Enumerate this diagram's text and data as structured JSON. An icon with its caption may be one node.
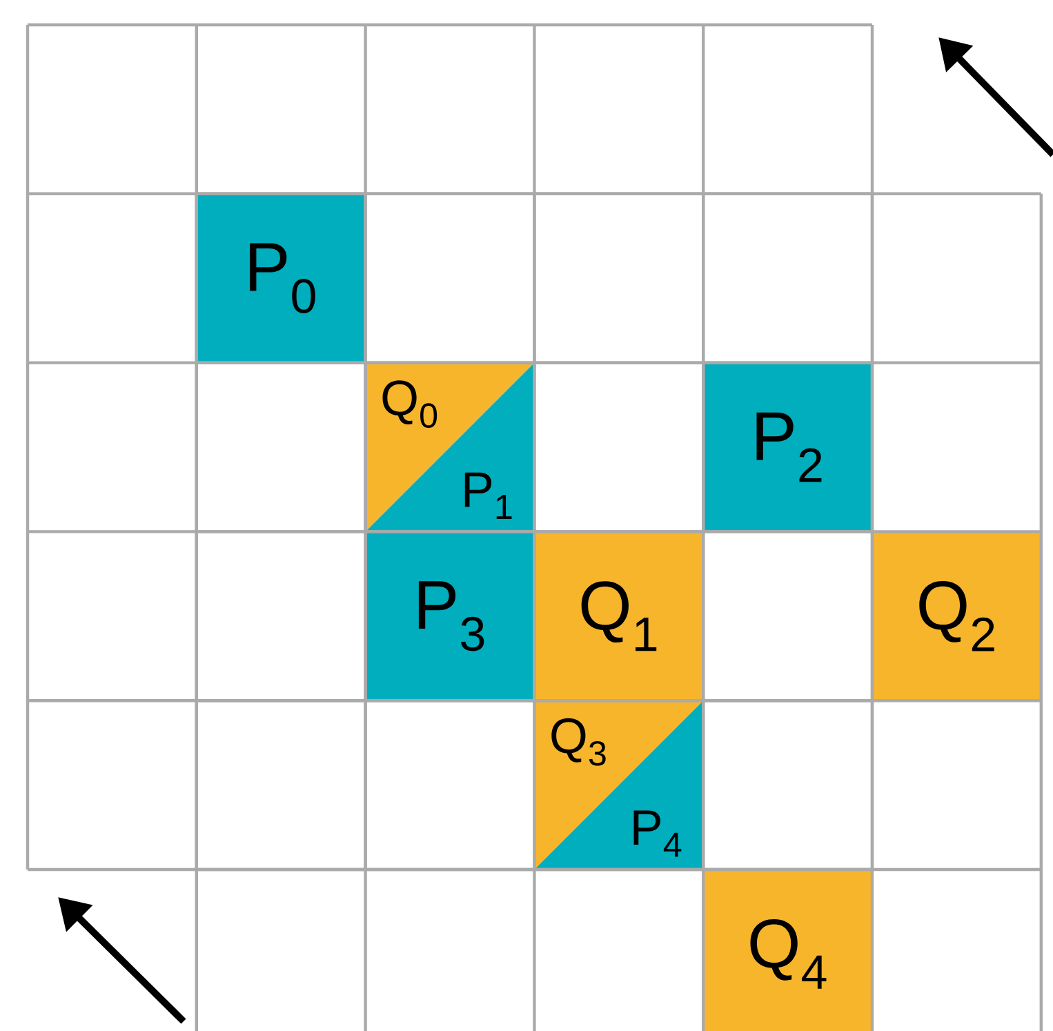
{
  "diagram": {
    "nodes": [
      {
        "text": [
          "P$_{0}$"
        ]
      },
      {
        "text": [
          "Q$_{0}$"
        ]
      },
      {
        "text": [
          "P$_{1}$"
        ]
      },
      {
        "text": [
          "P$_{2}$"
        ]
      },
      {
        "text": [
          "P$_{3}$"
        ]
      },
      {
        "text": [
          "Q$_{1}$"
        ]
      },
      {
        "text": [
          "Q$_{2}$"
        ]
      },
      {
        "text": [
          "Q$_{3}$"
        ]
      },
      {
        "text": [
          "P$_{4}$"
        ]
      },
      {
        "text": [
          "Q$_{4}$"
        ]
      }
    ]
  }
}
